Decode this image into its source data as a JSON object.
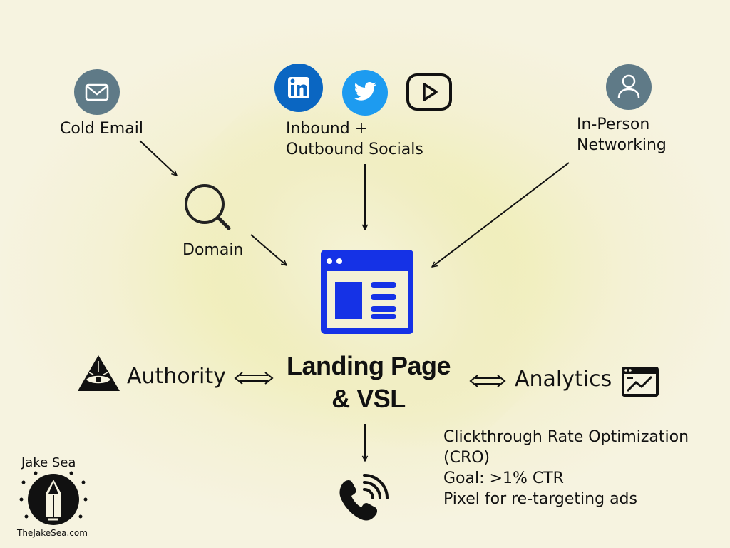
{
  "sources": {
    "cold_email": "Cold Email",
    "domain": "Domain",
    "socials_line1": "Inbound +",
    "socials_line2": "Outbound Socials",
    "networking_line1": "In-Person",
    "networking_line2": "Networking"
  },
  "center": {
    "title_line1": "Landing Page",
    "title_line2": "& VSL"
  },
  "sides": {
    "authority": "Authority",
    "analytics": "Analytics"
  },
  "notes": [
    "Clickthrough Rate Optimization",
    "(CRO)",
    "Goal: >1% CTR",
    "Pixel for re-targeting ads"
  ],
  "brand": {
    "name": "Jake Sea",
    "url": "TheJakeSea.com"
  },
  "icons": {
    "email": "email-icon",
    "search": "magnifier-icon",
    "linkedin": "linkedin-icon",
    "twitter": "twitter-icon",
    "video": "play-icon",
    "person": "person-icon",
    "landing": "landing-page-icon",
    "authority": "eye-pyramid-icon",
    "analytics": "analytics-chart-icon",
    "phone": "phone-call-icon"
  },
  "colors": {
    "slate": "#5f7a87",
    "linkedin": "#0a66c2",
    "twitter": "#1d9bf0",
    "landing": "#1532e6"
  }
}
